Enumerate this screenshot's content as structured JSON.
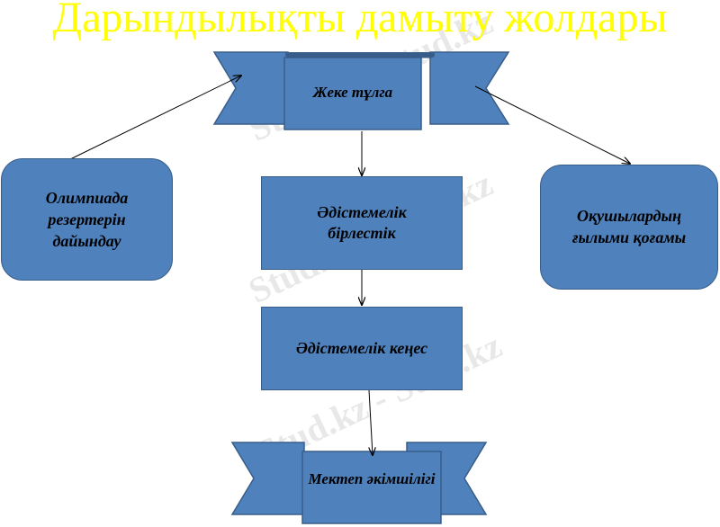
{
  "title": "Дарындылықты дамыту жолдары",
  "watermark": "Stud.kz - Stud.kz",
  "nodes": {
    "top_banner": "Жеке тұлга",
    "olympiad": "Олимпиада резертерін дайындау",
    "method_assoc": "Әдістемелік бірлестік",
    "students_society": "Оқушылардың ғылыми қоғамы",
    "method_council": "Әдістемелік кеңес",
    "school_admin": "Мектеп әкімшілігі"
  },
  "colors": {
    "title": "#ffff00",
    "box_fill": "#4f81bd",
    "box_border": "#385d8a",
    "arrow": "#000000"
  }
}
